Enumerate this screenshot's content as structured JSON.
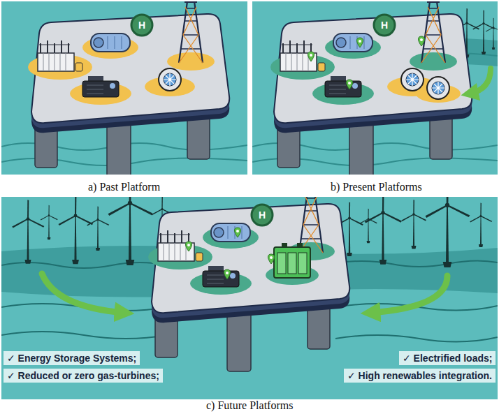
{
  "diagram": {
    "labels": [
      "H",
      "H",
      "H",
      "a) Past Platform",
      "b) Present Platforms",
      "✓ Energy Storage Systems;",
      "✓ Reduced or zero gas-turbines;",
      "✓ Electrified loads;",
      "✓ High renewables integration.",
      "c) Future Platforms"
    ]
  }
}
